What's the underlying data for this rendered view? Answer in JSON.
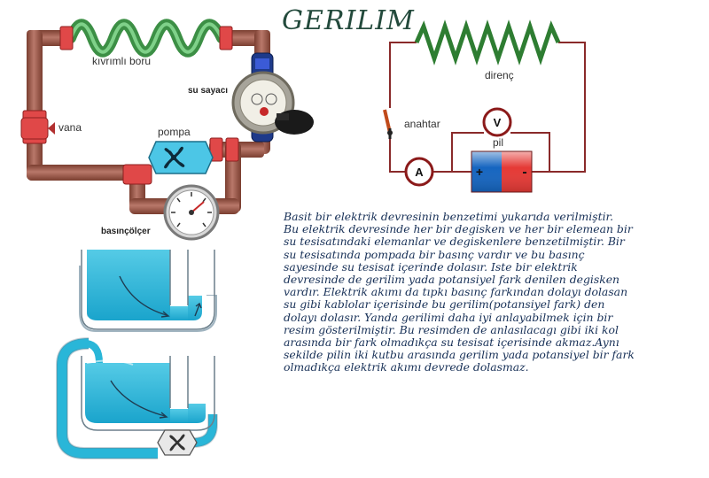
{
  "title": "GERILIM",
  "water_circuit": {
    "labels": {
      "wavy_pipe": "kıvrımlı boru",
      "water_meter": "su sayacı",
      "valve": "vana",
      "pump": "pompa",
      "pressure_gauge": "basınçölçer"
    }
  },
  "electric_circuit": {
    "labels": {
      "resistor": "direnç",
      "switch": "anahtar",
      "battery": "pil",
      "voltmeter": "V",
      "ammeter": "A",
      "battery_plus": "+",
      "battery_minus": "-"
    }
  },
  "paragraph": {
    "lines": [
      "Basit bir elektrik devresinin benzetimi yukarıda verilmiştir.",
      "Bu elektrik devresinde her bir degisken ve her bir elemean bir",
      "su tesisatındaki elemanlar ve degiskenlere benzetilmiştir. Bir",
      "su tesisatında pompada bir basınç vardır ve bu basınç",
      "sayesinde su tesisat içerinde dolasır. Iste bir elektrik",
      "devresinde de gerilim yada potansiyel fark denilen degisken",
      "vardır. Elektrik akımı da tıpkı basınç farkından dolayı dolasan",
      "su gibi kablolar içerisinde bu gerilim(potansiyel fark) den",
      "dolayı dolasır. Yanda gerilimi daha iyi anlayabilmek için bir",
      "resim gösterilmiştir. Bu resimden de anlasılacagı gibi iki kol",
      "arasında bir fark olmadıkça su tesisat içerisinde akmaz.Aynı",
      "sekilde pilin iki kutbu arasında gerilim yada potansiyel bir fark",
      "olmadıkça elektrik akımı devrede dolasmaz."
    ]
  },
  "colors": {
    "pipe": "#9a5a48",
    "wavy_pipe": "#3c8f45",
    "fitting": "#e04848",
    "pump_body": "#4cc6e6",
    "water": "#29b6d8",
    "wire": "#8a2a2a",
    "resistor": "#2e7d32",
    "meter_ring": "#8b1a1a",
    "battery_plus": "#1565c0",
    "battery_minus": "#e53935",
    "text": "#162f56",
    "title": "#234a3c"
  }
}
